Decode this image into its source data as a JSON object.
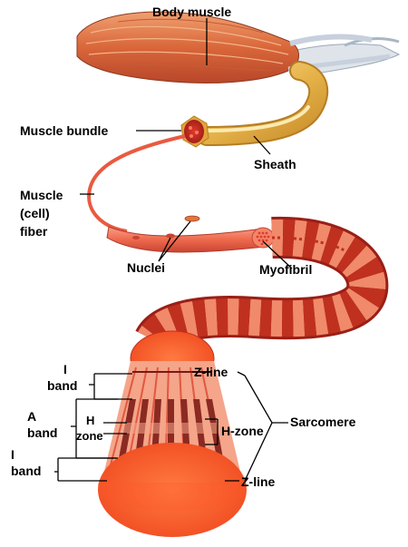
{
  "labels": {
    "body_muscle": "Body muscle",
    "muscle_bundle": "Muscle bundle",
    "sheath": "Sheath",
    "muscle_cell_fiber": [
      "Muscle",
      "(cell)",
      "fiber"
    ],
    "nuclei": "Nuclei",
    "myofibril": "Myofibril",
    "i_band_top": [
      "I",
      "band"
    ],
    "a_band": [
      "A",
      "band"
    ],
    "h_zone_inner": [
      "H",
      "zone"
    ],
    "i_band_bottom": [
      "I",
      "band"
    ],
    "z_line_top": "Z-line",
    "sarcomere": "Sarcomere",
    "h_zone_right": "H-zone",
    "z_line_bottom": "Z-line"
  },
  "colors": {
    "muscle_red": "#e8573c",
    "sheath_gold": "#e6b34a",
    "fiber_red": "#f07056",
    "myofibril_dark": "#b5281e",
    "myofibril_light": "#f08a6a",
    "sarcomere_bg": "#f4a58a",
    "thick_filament": "#8a2a22",
    "disc_orange": "#ff5a2a"
  }
}
